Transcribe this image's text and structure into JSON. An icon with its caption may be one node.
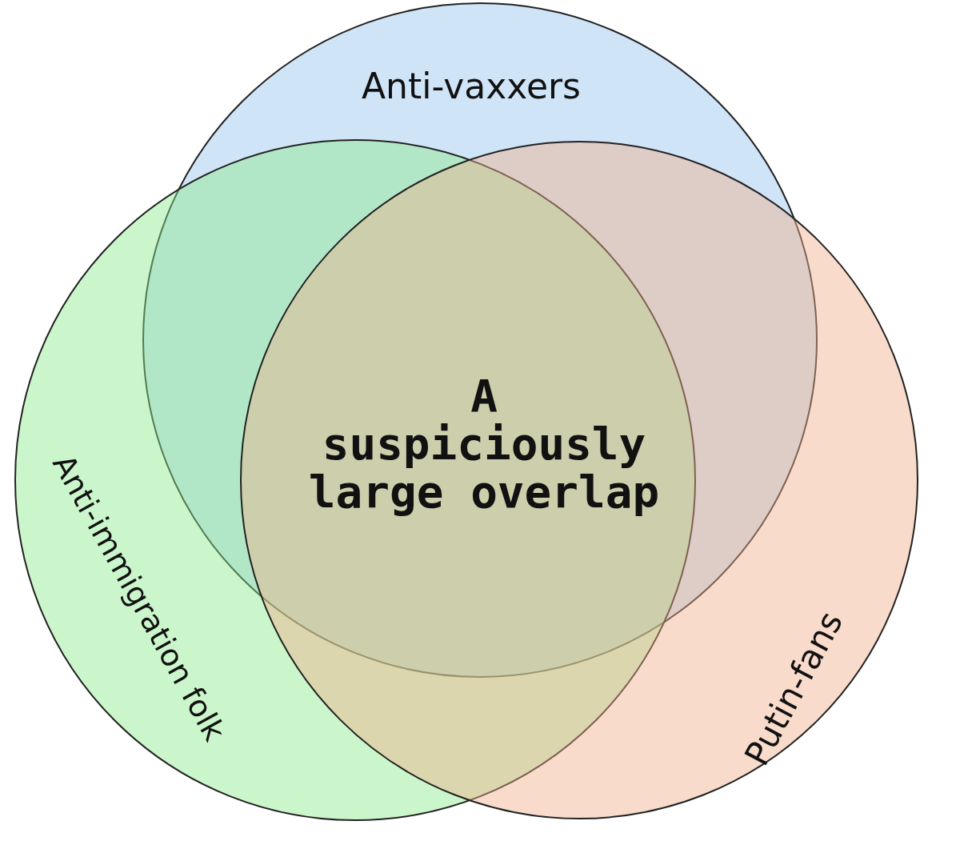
{
  "diagram": {
    "nodes": [
      {
        "text": [
          "Anti-vaxxers"
        ]
      },
      {
        "text": [
          "Anti-immigration folk"
        ]
      },
      {
        "text": [
          "Putin-fans"
        ]
      }
    ],
    "labels": [
      "A suspiciously large overlap"
    ]
  }
}
